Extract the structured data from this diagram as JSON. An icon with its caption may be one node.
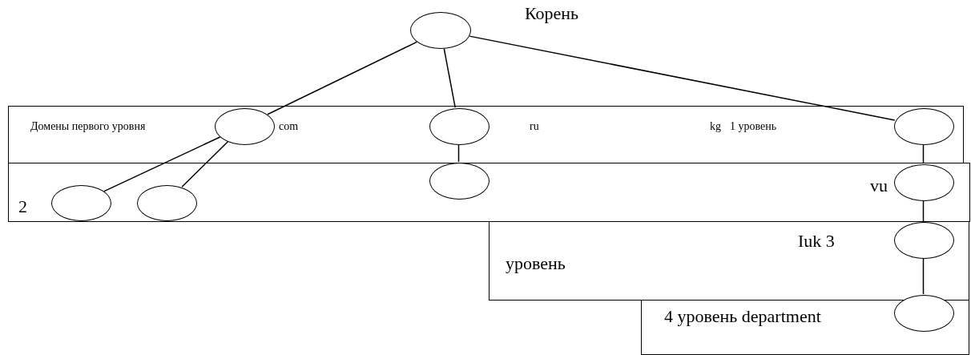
{
  "diagram": {
    "nodes": [
      {
        "text": [],
        "shape": "circle",
        "beside": [
          "Корень"
        ]
      },
      {
        "text": [
          "Домены первого уровня",
          "com",
          "ru",
          "kg",
          "1 уровень"
        ]
      },
      {
        "text": [],
        "shape": "circle",
        "in": 1
      },
      {
        "text": [],
        "shape": "circle",
        "in": 1
      },
      {
        "text": [],
        "shape": "circle",
        "in": 1
      },
      {
        "text": [
          "2",
          "vu"
        ]
      },
      {
        "text": [],
        "shape": "circle",
        "in": 5
      },
      {
        "text": [],
        "shape": "circle",
        "in": 5
      },
      {
        "text": [],
        "shape": "circle",
        "in": 5
      },
      {
        "text": [],
        "shape": "circle",
        "in": 5
      },
      {
        "text": [
          "Iuk 3 уровень"
        ]
      },
      {
        "text": [],
        "shape": "circle",
        "in": 10
      },
      {
        "text": [
          "4 уровень department"
        ]
      },
      {
        "text": [],
        "shape": "circle",
        "in": 12
      }
    ],
    "edges": [
      {
        "from": 0,
        "to": 2,
        "arrow": "none"
      },
      {
        "from": 0,
        "to": 3,
        "arrow": "none"
      },
      {
        "from": 0,
        "to": 4,
        "arrow": "none"
      },
      {
        "from": 2,
        "to": 6,
        "arrow": "none"
      },
      {
        "from": 2,
        "to": 7,
        "arrow": "none"
      },
      {
        "from": 3,
        "to": 8,
        "arrow": "none"
      },
      {
        "from": 4,
        "to": 9,
        "arrow": "none"
      },
      {
        "from": 9,
        "to": 11,
        "arrow": "none"
      },
      {
        "from": 11,
        "to": 13,
        "arrow": "none"
      }
    ]
  }
}
